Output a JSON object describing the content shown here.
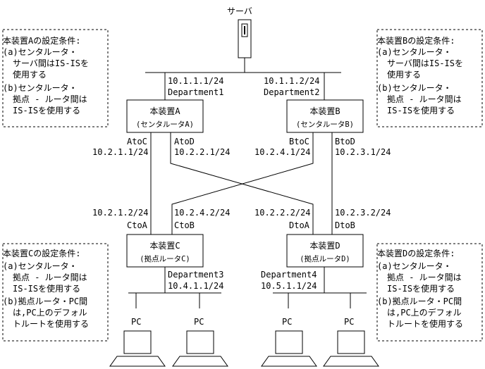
{
  "server": {
    "label": "サーバ"
  },
  "routers": {
    "a": {
      "name": "本装置A",
      "role": "(センタルータA)"
    },
    "b": {
      "name": "本装置B",
      "role": "(センタルータB)"
    },
    "c": {
      "name": "本装置C",
      "role": "(拠点ルータC)"
    },
    "d": {
      "name": "本装置D",
      "role": "(拠点ルータD)"
    }
  },
  "interfaces": {
    "department1": {
      "ip": "10.1.1.1/24",
      "name": "Department1"
    },
    "department2": {
      "ip": "10.1.1.2/24",
      "name": "Department2"
    },
    "atoc": {
      "name": "AtoC",
      "ip": "10.2.1.1/24"
    },
    "atod": {
      "name": "AtoD",
      "ip": "10.2.2.1/24"
    },
    "btoc": {
      "name": "BtoC",
      "ip": "10.2.4.1/24"
    },
    "btod": {
      "name": "BtoD",
      "ip": "10.2.3.1/24"
    },
    "ctoa": {
      "ip": "10.2.1.2/24",
      "name": "CtoA"
    },
    "ctob": {
      "ip": "10.2.4.2/24",
      "name": "CtoB"
    },
    "dtoa": {
      "ip": "10.2.2.2/24",
      "name": "DtoA"
    },
    "dtob": {
      "ip": "10.2.3.2/24",
      "name": "DtoB"
    },
    "department3": {
      "name": "Department3",
      "ip": "10.4.1.1/24"
    },
    "department4": {
      "name": "Department4",
      "ip": "10.5.1.1/24"
    }
  },
  "pcs": [
    "PC",
    "PC",
    "PC",
    "PC"
  ],
  "notes": {
    "a": {
      "title": "本装置Aの設定条件:",
      "lines": [
        "(a)センタルータ・",
        "サーバ間はIS-ISを",
        "使用する",
        "(b)センタルータ・",
        "拠点 - ルータ間は",
        "IS-ISを使用する"
      ]
    },
    "b": {
      "title": "本装置Bの設定条件:",
      "lines": [
        "(a)センタルータ・",
        "サーバ間はIS-ISを",
        "使用する",
        "(b)センタルータ・",
        "拠点 - ルータ間は",
        "IS-ISを使用する"
      ]
    },
    "c": {
      "title": "本装置Cの設定条件:",
      "lines": [
        "(a)センタルータ・",
        "拠点 - ルータ間は",
        "IS-ISを使用する",
        "(b)拠点ルータ・PC間",
        "は,PC上のデフォル",
        "トルートを使用する"
      ]
    },
    "d": {
      "title": "本装置Dの設定条件:",
      "lines": [
        "(a)センタルータ・",
        "拠点 - ルータ間は",
        "IS-ISを使用する",
        "(b)拠点ルータ・PC間",
        "は,PC上のデフォル",
        "トルートを使用する"
      ]
    }
  }
}
